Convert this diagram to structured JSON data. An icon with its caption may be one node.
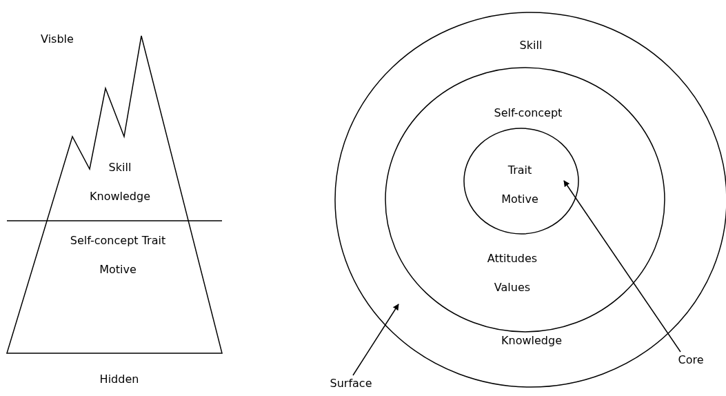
{
  "diagram": {
    "nodes": [
      {
        "text": [
          "Skill Knowledge",
          "Self-concept Trait Motive"
        ],
        "beside": [
          "Visble",
          "Hidden"
        ]
      },
      {
        "text": [
          "Skill",
          "Knowledge"
        ]
      },
      {
        "text": [
          "Self-concept",
          "Attitudes Values"
        ],
        "in": 1
      },
      {
        "text": [
          "Trait Motive"
        ],
        "in": 2
      },
      {
        "text": [
          "Surface"
        ]
      },
      {
        "text": [
          "Core"
        ]
      }
    ],
    "edges": [
      {
        "from": 4,
        "to": 1,
        "arrow": "to"
      },
      {
        "from": 5,
        "to": 3,
        "arrow": "to"
      }
    ]
  }
}
